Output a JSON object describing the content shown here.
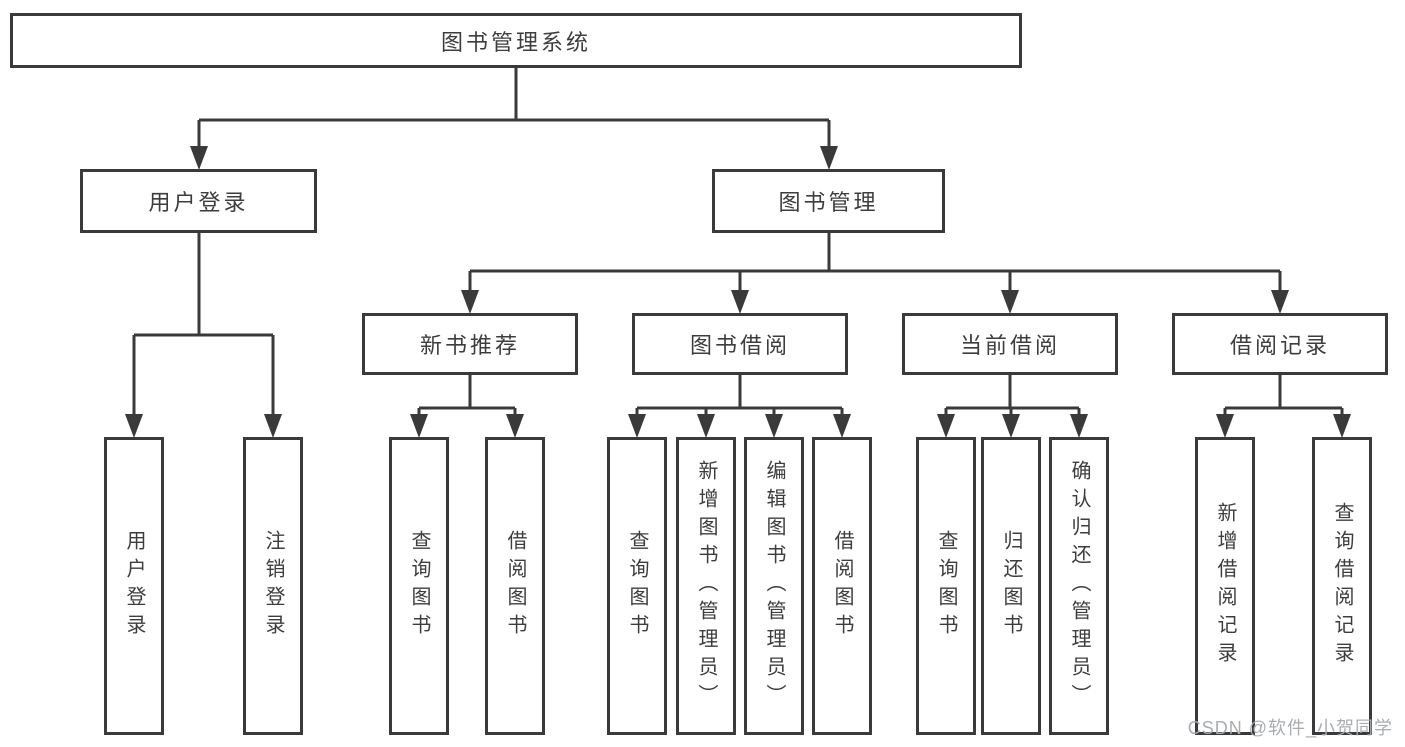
{
  "diagram_type": "hierarchy-tree",
  "colors": {
    "line": "#3a3a3a",
    "box_border": "#3a3a3a",
    "text": "#3d3d3d",
    "background": "#ffffff",
    "watermark": "#a9adb2"
  },
  "watermark": {
    "text": "CSDN @软件_小贺同学"
  },
  "tree": {
    "root": {
      "label": "图书管理系统"
    },
    "branches": [
      {
        "label": "用户登录",
        "children": [
          {
            "label": "用户登录"
          },
          {
            "label": "注销登录"
          }
        ]
      },
      {
        "label": "图书管理",
        "children": [
          {
            "label": "新书推荐",
            "children": [
              {
                "label": "查询图书"
              },
              {
                "label": "借阅图书"
              }
            ]
          },
          {
            "label": "图书借阅",
            "children": [
              {
                "label": "查询图书"
              },
              {
                "label": "新增图书（管理员）"
              },
              {
                "label": "编辑图书（管理员）"
              },
              {
                "label": "借阅图书"
              }
            ]
          },
          {
            "label": "当前借阅",
            "children": [
              {
                "label": "查询图书"
              },
              {
                "label": "归还图书"
              },
              {
                "label": "确认归还（管理员）"
              }
            ]
          },
          {
            "label": "借阅记录",
            "children": [
              {
                "label": "新增借阅记录"
              },
              {
                "label": "查询借阅记录"
              }
            ]
          }
        ]
      }
    ]
  }
}
